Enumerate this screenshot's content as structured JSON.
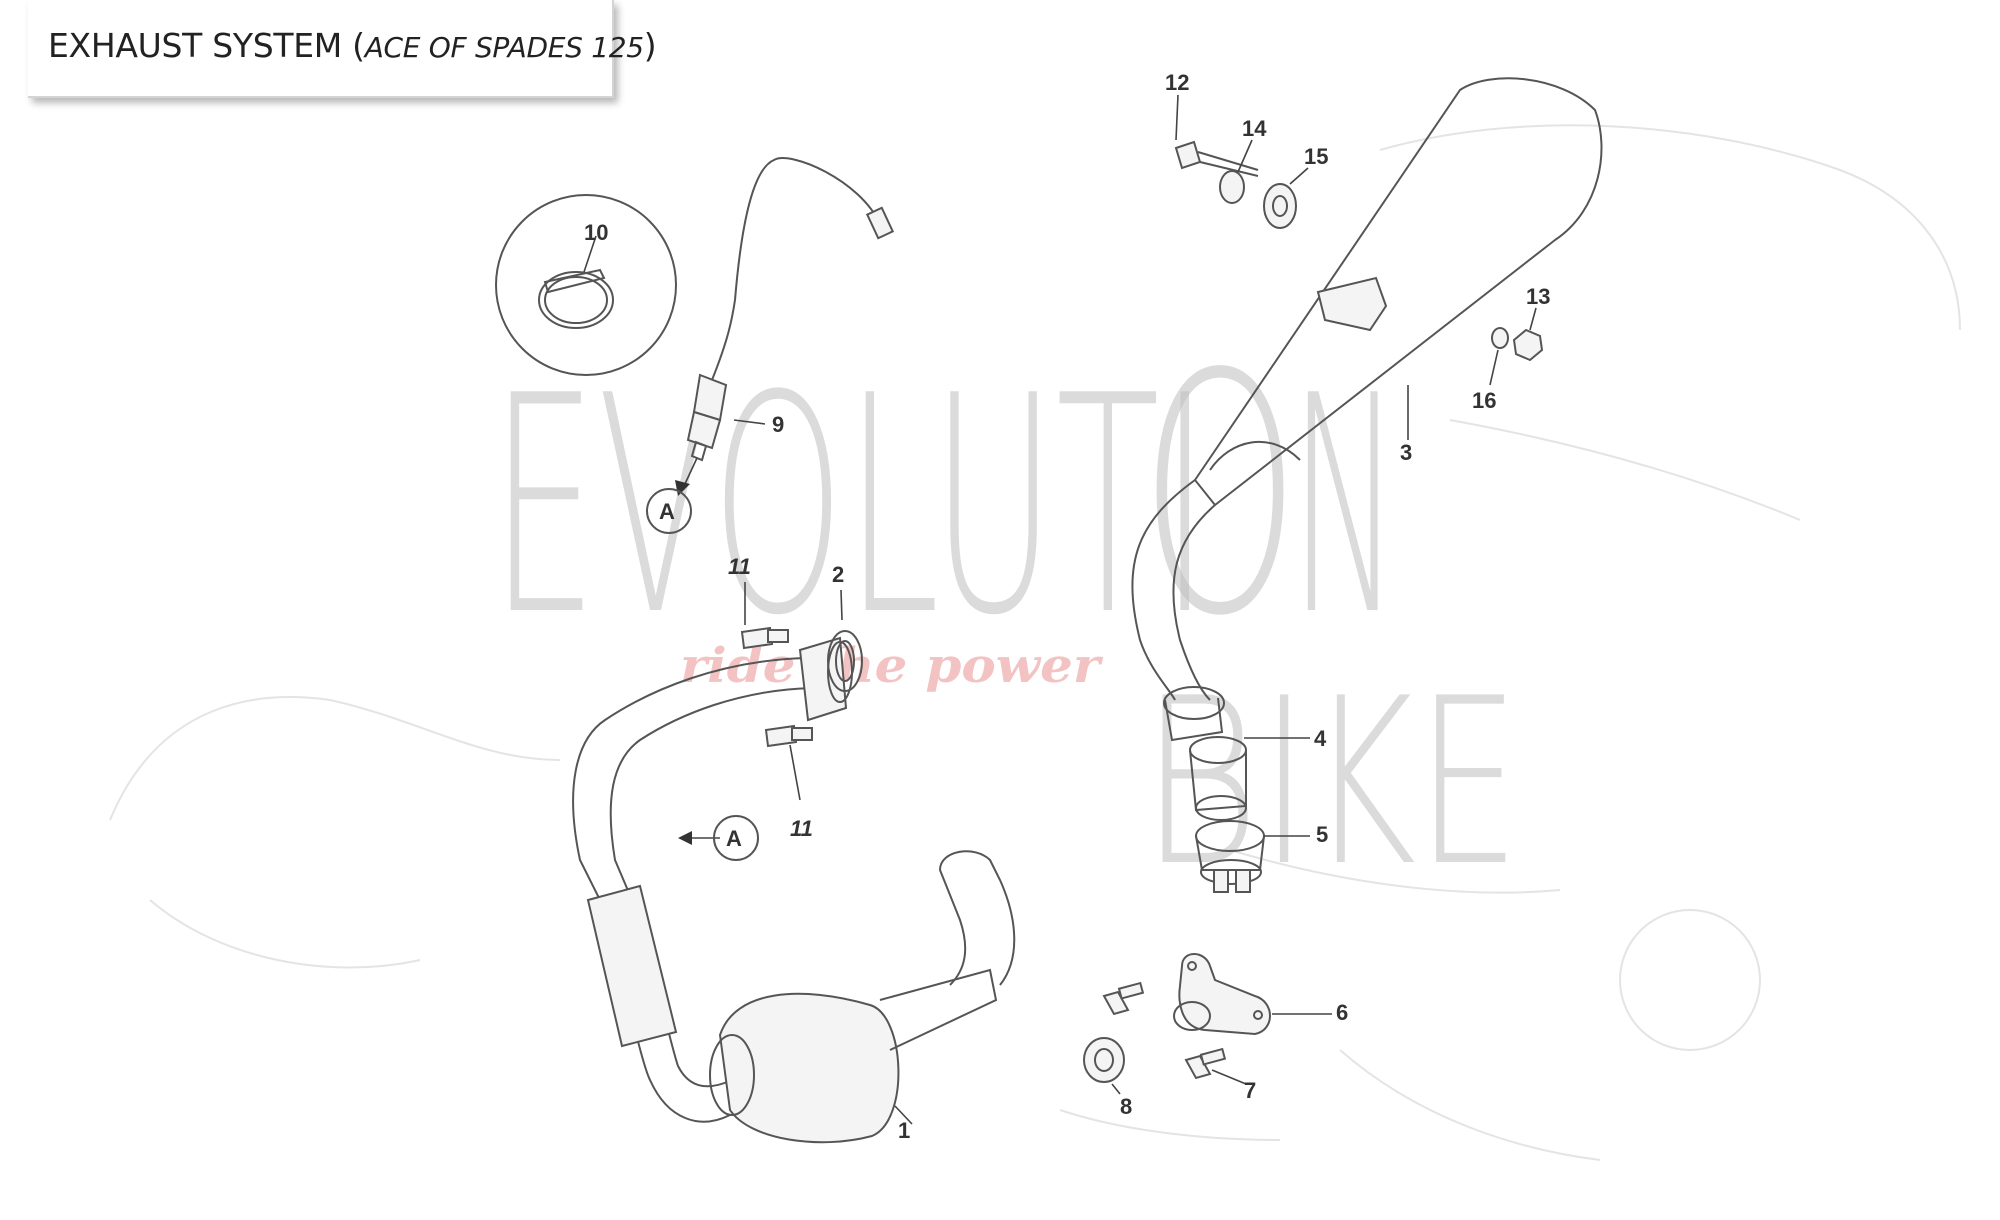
{
  "header": {
    "title": "EXHAUST SYSTEM (",
    "subtitle": "ACE OF SPADES 125",
    "close": ")"
  },
  "watermark": {
    "word_left": "EVOLUTI",
    "word_right_top": "N",
    "word_right_bottom": "IKE",
    "tagline": "ride the power"
  },
  "callouts": {
    "p1": "1",
    "p2": "2",
    "p3": "3",
    "p4": "4",
    "p5": "5",
    "p6": "6",
    "p7": "7",
    "p8": "8",
    "p9": "9",
    "p10": "10",
    "p11a": "11",
    "p11b": "11",
    "p12": "12",
    "p13": "13",
    "p14": "14",
    "p15": "15",
    "p16": "16",
    "refA1": "A",
    "refA2": "A"
  },
  "colors": {
    "line": "#555555",
    "label": "#333333",
    "watermark_text": "#bdbdbd",
    "watermark_tagline": "#f1b8b8"
  }
}
